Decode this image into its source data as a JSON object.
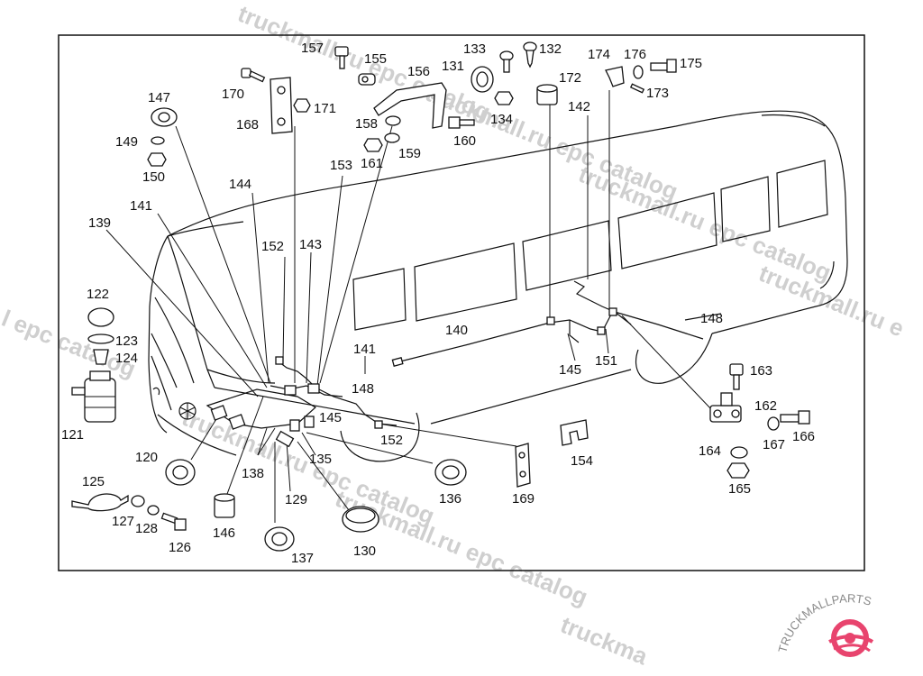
{
  "labels": {
    "l157": "157",
    "l155": "155",
    "l156": "156",
    "l131": "131",
    "l133": "133",
    "l132": "132",
    "l174": "174",
    "l176": "176",
    "l175": "175",
    "l172": "172",
    "l173": "173",
    "l170": "170",
    "l168": "168",
    "l171": "171",
    "l158": "158",
    "l160": "160",
    "l134": "134",
    "l147": "147",
    "l149": "149",
    "l150": "150",
    "l161": "161",
    "l159": "159",
    "l153": "153",
    "l142": "142",
    "l144": "144",
    "l141a": "141",
    "l139": "139",
    "l152a": "152",
    "l143": "143",
    "l148a": "148",
    "l122": "122",
    "l123": "123",
    "l124": "124",
    "l140": "140",
    "l141b": "141",
    "l148b": "148",
    "l145a": "145",
    "l151": "151",
    "l163": "163",
    "l121": "121",
    "l145b": "145",
    "l152b": "152",
    "l162": "162",
    "l167": "167",
    "l166": "166",
    "l120": "120",
    "l135": "135",
    "l154": "154",
    "l164": "164",
    "l165": "165",
    "l125": "125",
    "l138": "138",
    "l136": "136",
    "l169": "169",
    "l129": "129",
    "l127": "127",
    "l128": "128",
    "l146": "146",
    "l126": "126",
    "l130": "130",
    "l137": "137"
  },
  "watermark": {
    "text_1": "truckmall.ru epc catalog",
    "text_2": "truckmall.ru epc catalog",
    "text_3": "truckmall.ru epc catalog",
    "text_4": "truckmall.ru e",
    "text_5": "l epc catalog",
    "text_6": "truckmall.ru epc catalog",
    "text_7": "truckmall.ru epc catalog",
    "text_8": "truckma"
  },
  "logo": {
    "text": "TRUCKMALLPARTS",
    "colors": {
      "gray": "#8a8a8a",
      "pink": "#e8446e"
    }
  }
}
